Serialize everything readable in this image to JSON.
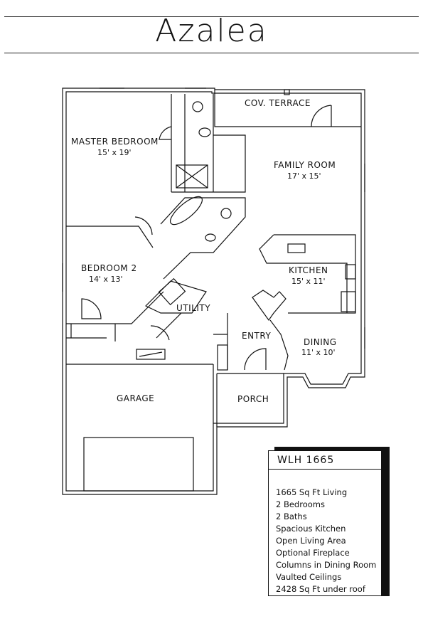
{
  "title": "Azalea",
  "rooms": {
    "cov_terrace": {
      "name": "COV. TERRACE"
    },
    "master_bedroom": {
      "name": "MASTER BEDROOM",
      "size": "15' x 19'"
    },
    "family_room": {
      "name": "FAMILY ROOM",
      "size": "17' x 15'"
    },
    "bedroom2": {
      "name": "BEDROOM 2",
      "size": "14' x 13'"
    },
    "kitchen": {
      "name": "KITCHEN",
      "size": "15' x 11'"
    },
    "utility": {
      "name": "UTILITY"
    },
    "entry": {
      "name": "ENTRY"
    },
    "dining": {
      "name": "DINING",
      "size": "11' x 10'"
    },
    "garage": {
      "name": "GARAGE"
    },
    "porch": {
      "name": "PORCH"
    }
  },
  "legend": {
    "code": "WLH 1665",
    "features": [
      "1665 Sq Ft Living",
      "2 Bedrooms",
      "2 Baths",
      "Spacious Kitchen",
      "Open Living Area",
      "Optional Fireplace",
      "Columns in Dining Room",
      "Vaulted Ceilings",
      "2428 Sq Ft under roof"
    ]
  }
}
